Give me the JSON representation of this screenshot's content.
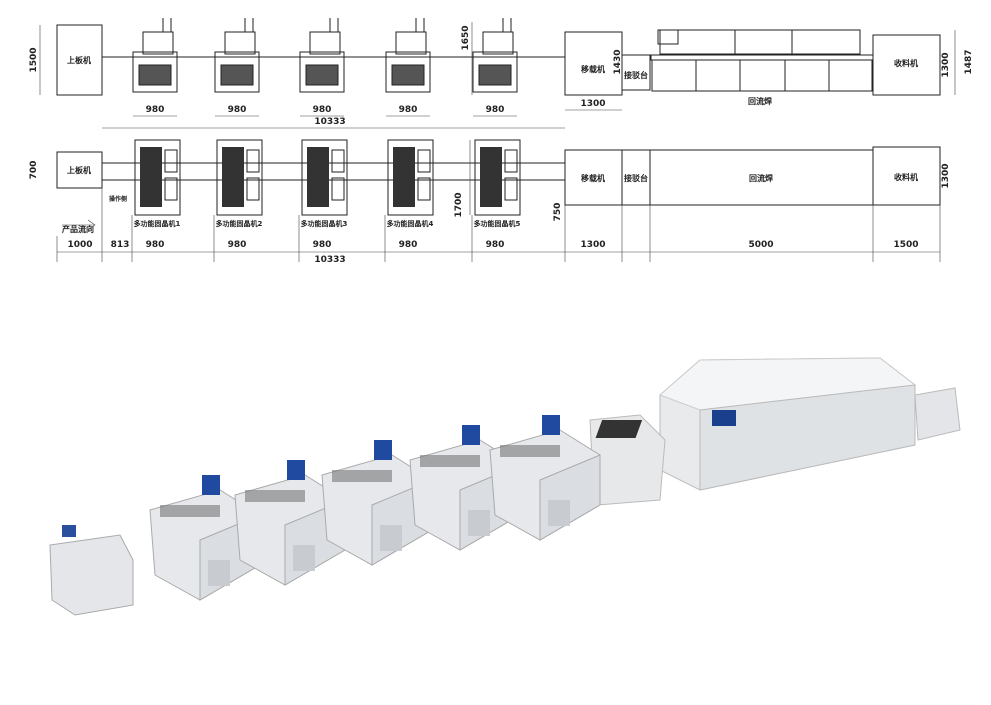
{
  "top_view": {
    "loader": "上板机",
    "transfer": "移载机",
    "dock": "接驳台",
    "reflow": "回流焊",
    "unloader": "收料机",
    "dims": {
      "loader_h": "1500",
      "machine_w": "980",
      "total": "10333",
      "machine_h": "1650",
      "transfer_h": "1430",
      "transfer_w": "1300",
      "unloader_h": "1300",
      "reflow_h": "1487"
    }
  },
  "plan_view": {
    "loader": "上板机",
    "operator_side": "操作侧",
    "flow": "产品流向",
    "machines": [
      "多功能固晶机1",
      "多功能固晶机2",
      "多功能固晶机3",
      "多功能固晶机4",
      "多功能固晶机5"
    ],
    "transfer": "移载机",
    "dock": "接驳台",
    "reflow": "回流焊",
    "unloader": "收料机",
    "dims": {
      "loader_h": "700",
      "loader_w": "1000",
      "gap": "813",
      "machine_w": "980",
      "total": "10333",
      "machine_d": "1700",
      "transfer_d": "750",
      "transfer_w": "1300",
      "reflow_w": "5000",
      "unloader_w": "1500",
      "unloader_h": "1300"
    }
  }
}
